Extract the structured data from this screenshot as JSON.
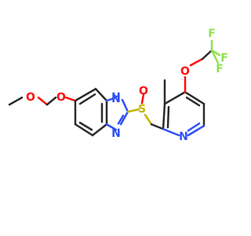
{
  "colors": {
    "bond": "#2b2b2b",
    "oxygen": "#ff0d0d",
    "nitrogen": "#3050f8",
    "fluorine": "#90e050",
    "sulfur": "#c8b400",
    "background": "#ffffff"
  },
  "atom_labels": {
    "o_methoxy": "O",
    "o_methylene": "O",
    "nh": "H",
    "n_imidazole_top": "N",
    "n_imidazole_bottom": "N",
    "s": "S",
    "o_sulfinyl": "O",
    "n_pyridine": "N",
    "o_ether": "O",
    "f_top": "F",
    "f_right": "F",
    "f_bottom": "F"
  }
}
